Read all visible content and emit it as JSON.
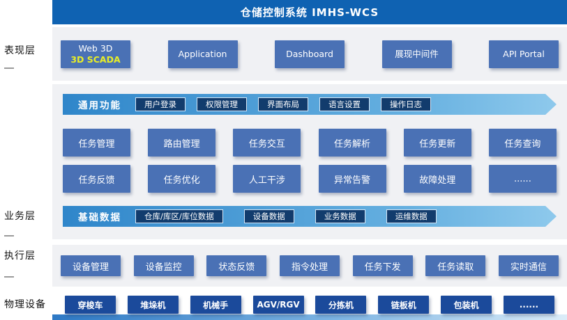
{
  "header": {
    "title": "仓储控制系统 IMHS-WCS"
  },
  "sidebar": {
    "presentation": "表现层",
    "business": "业务层",
    "execution": "执行层",
    "physical": "物理设备"
  },
  "presentation": {
    "items": [
      {
        "label": "Web 3D",
        "sub": "3D SCADA"
      },
      {
        "label": "Application",
        "sub": ""
      },
      {
        "label": "Dashboard",
        "sub": ""
      },
      {
        "label": "展现中间件",
        "sub": ""
      },
      {
        "label": "API Portal",
        "sub": ""
      }
    ]
  },
  "common": {
    "label": "通用功能",
    "items": [
      "用户登录",
      "权限管理",
      "界面布局",
      "语言设置",
      "操作日志"
    ]
  },
  "tasks": {
    "row1": [
      "任务管理",
      "路由管理",
      "任务交互",
      "任务解析",
      "任务更新",
      "任务查询"
    ],
    "row2": [
      "任务反馈",
      "任务优化",
      "人工干涉",
      "异常告警",
      "故障处理",
      "......"
    ]
  },
  "base": {
    "label": "基础数据",
    "items": [
      "仓库/库区/库位数据",
      "设备数据",
      "业务数据",
      "运维数据"
    ]
  },
  "execution": {
    "items": [
      "设备管理",
      "设备监控",
      "状态反馈",
      "指令处理",
      "任务下发",
      "任务读取",
      "实时通信"
    ]
  },
  "physical": {
    "items": [
      "穿梭车",
      "堆垛机",
      "机械手",
      "AGV/RGV",
      "分拣机",
      "链板机",
      "包装机",
      "......"
    ]
  },
  "colors": {
    "header_bg": "#0f62b2",
    "panel_bg": "#f0f1f4",
    "button_blue": "#4a71b5",
    "physical_navy": "#1b4a9b",
    "arrow_gradient_start": "#2f86ca",
    "arrow_gradient_end": "#8ec9ec",
    "arrow_item_bg": "#123c6d",
    "scada_yellow": "#e9ee25"
  }
}
